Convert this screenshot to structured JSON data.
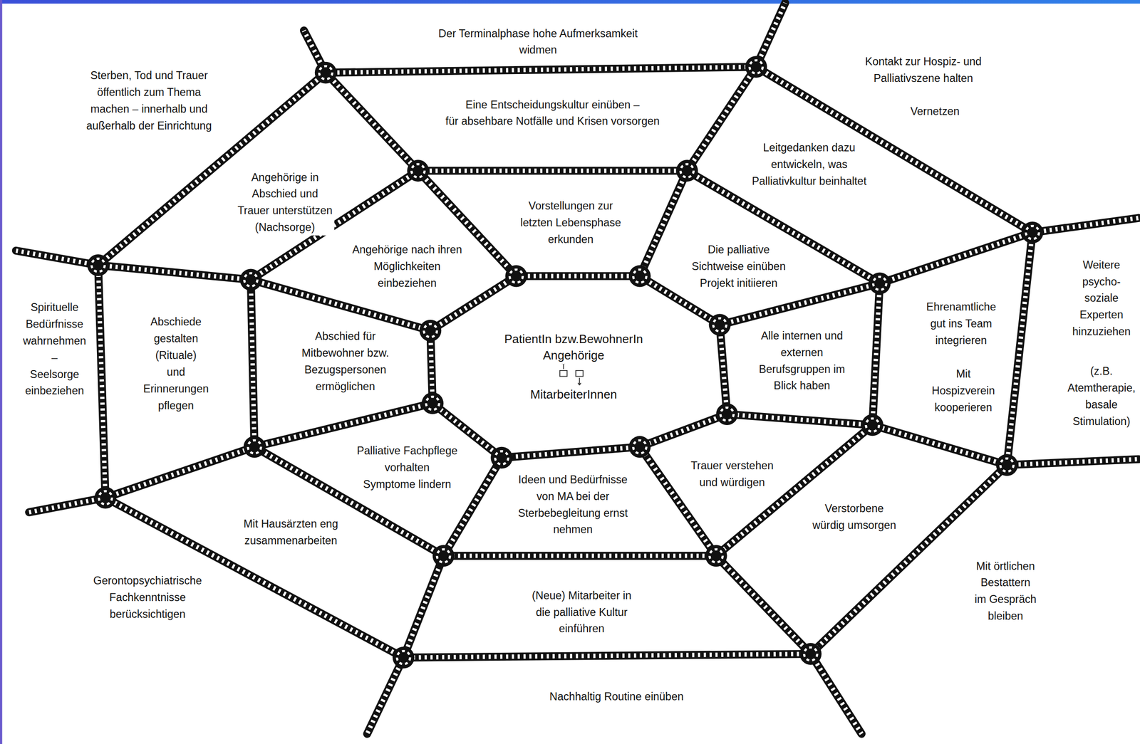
{
  "diagram": {
    "labels": [
      "Der Terminalphase hohe Aufmerksamkeit widmen",
      "Kontakt zur Hospiz- und Palliativszene halten",
      "Sterben, Tod und Trauer öffentlich zum Thema machen – innerhalb und außerhalb der Einrichtung",
      "Vernetzen",
      "Eine Entscheidungskultur einüben – für absehbare Notfälle und Krisen vorsorgen",
      "Leitgedanken dazu entwickeln, was Palliativkultur beinhaltet",
      "Angehörige in Abschied und Trauer unterstützen (Nachsorge)",
      "Vorstellungen zur letzten Lebensphase erkunden",
      "Angehörige nach ihren Möglichkeiten einbeziehen",
      "Die palliative Sichtweise einüben Projekt initiieren",
      "Weitere psycho- soziale Experten hinzuziehen",
      "Ehrenamtliche gut ins Team integrieren",
      "Spirituelle Bedürfnisse wahrnehmen – Seelsorge einbeziehen",
      "Abschiede gestalten (Rituale) und Erinnerungen pflegen",
      "Abschied für Mitbewohner bzw. Bezugspersonen ermöglichen",
      "PatientIn bzw.BewohnerIn Angehörige",
      "Alle internen und externen Berufsgruppen im Blick haben",
      "MitarbeiterInnen",
      "Mit Hospizverein kooperieren",
      "(z.B. Atemtherapie, basale Stimulation)",
      "Palliative Fachpflege vorhalten Symptome lindern",
      "Trauer verstehen und würdigen",
      "Ideen und Bedürfnisse von MA bei der Sterbebegleitung ernst nehmen",
      "Verstorbene würdig umsorgen",
      "Mit Hausärzten eng zusammenarbeiten",
      "Mit örtlichen Bestattern im Gespräch bleiben",
      "Gerontopsychiatrische Fachkenntnisse berücksichtigen",
      "(Neue) Mitarbeiter in die palliative Kultur einführen",
      "Nachhaltig Routine einüben"
    ]
  }
}
